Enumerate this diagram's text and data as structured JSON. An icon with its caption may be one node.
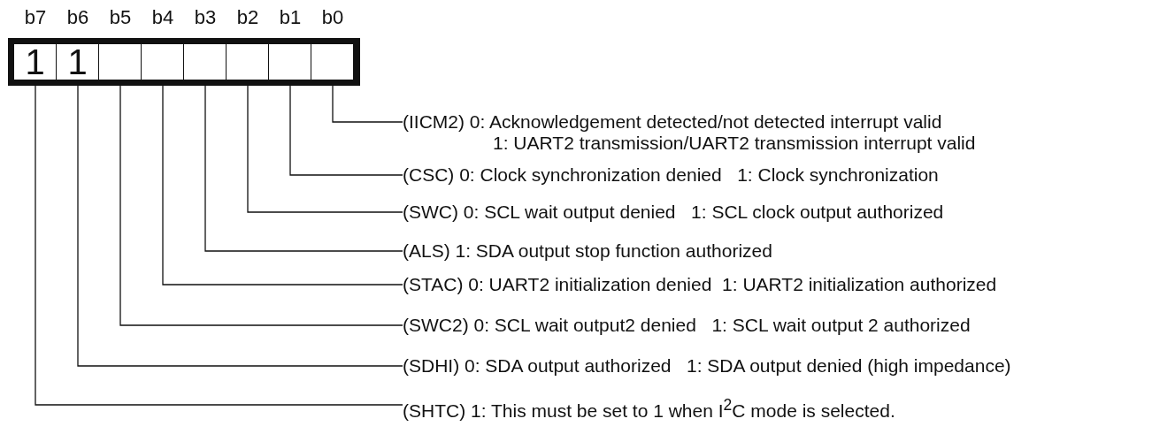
{
  "diagram": {
    "nodes": [
      {
        "text": [
          "1"
        ],
        "beside": [
          "b7"
        ]
      },
      {
        "text": [
          "1"
        ],
        "beside": [
          "b6"
        ]
      },
      {
        "text": [],
        "shape": "box",
        "beside": [
          "b5"
        ]
      },
      {
        "text": [],
        "shape": "box",
        "beside": [
          "b4"
        ]
      },
      {
        "text": [],
        "shape": "box",
        "beside": [
          "b3"
        ]
      },
      {
        "text": [],
        "shape": "box",
        "beside": [
          "b2"
        ]
      },
      {
        "text": [],
        "shape": "box",
        "beside": [
          "b1"
        ]
      },
      {
        "text": [],
        "shape": "box",
        "beside": [
          "b0"
        ]
      },
      {
        "text": [
          "(IICM2) 0: Acknowledgement detected/not detected interrupt valid",
          "1: UART2 transmission/UART2 transmission interrupt valid"
        ]
      },
      {
        "text": [
          "(CSC) 0: Clock synchronization denied   1: Clock synchronization"
        ]
      },
      {
        "text": [
          "(SWC) 0: SCL wait output denied   1: SCL clock output authorized"
        ]
      },
      {
        "text": [
          "(ALS) 1: SDA output stop function authorized"
        ]
      },
      {
        "text": [
          "(STAC) 0: UART2 initialization denied  1: UART2 initialization authorized"
        ]
      },
      {
        "text": [
          "(SWC2) 0: SCL wait output2 denied   1: SCL wait output 2 authorized"
        ]
      },
      {
        "text": [
          "(SDHI) 0: SDA output authorized   1: SDA output denied (high impedance)"
        ]
      },
      {
        "text": [
          "(SHTC) 1: This must be set to 1 when I$^{2}$C mode is selected."
        ]
      }
    ],
    "edges": [
      {
        "from": 7,
        "to": 8,
        "arrow": "none"
      },
      {
        "from": 6,
        "to": 9,
        "arrow": "none"
      },
      {
        "from": 5,
        "to": 10,
        "arrow": "none"
      },
      {
        "from": 4,
        "to": 11,
        "arrow": "none"
      },
      {
        "from": 3,
        "to": 12,
        "arrow": "none"
      },
      {
        "from": 2,
        "to": 13,
        "arrow": "none"
      },
      {
        "from": 1,
        "to": 14,
        "arrow": "none"
      },
      {
        "from": 0,
        "to": 15,
        "arrow": "none"
      }
    ]
  }
}
